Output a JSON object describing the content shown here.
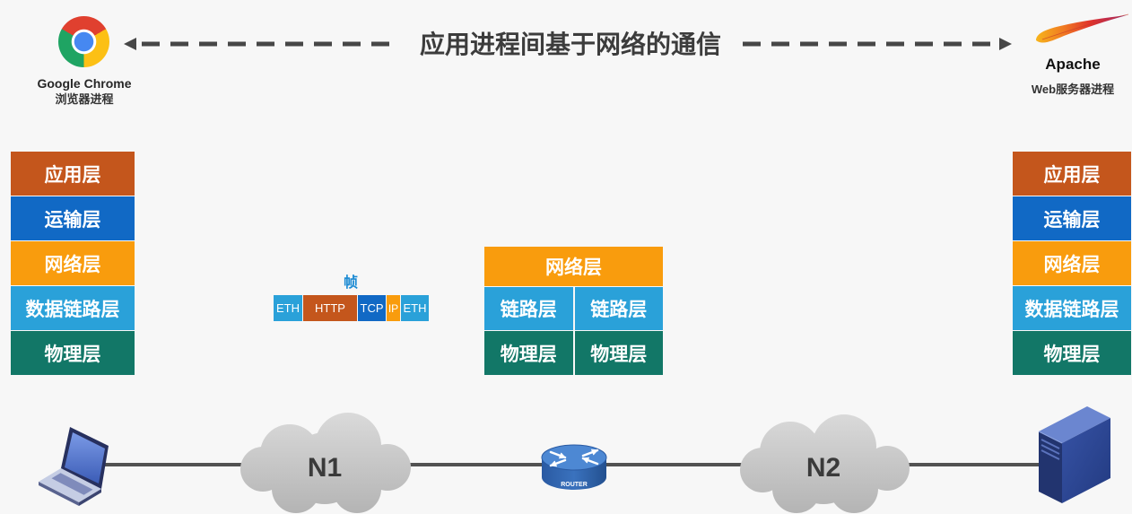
{
  "title": "应用进程间基于网络的通信",
  "client": {
    "name": "Google Chrome",
    "process": "浏览器进程"
  },
  "server": {
    "name": "Apache",
    "process": "Web服务器进程"
  },
  "client_stack": [
    {
      "label": "应用层",
      "color": "#c4561c"
    },
    {
      "label": "运输层",
      "color": "#1169c5"
    },
    {
      "label": "网络层",
      "color": "#f99c0d"
    },
    {
      "label": "数据链路层",
      "color": "#2aa1d9"
    },
    {
      "label": "物理层",
      "color": "#127767"
    }
  ],
  "server_stack": [
    {
      "label": "应用层",
      "color": "#c4561c"
    },
    {
      "label": "运输层",
      "color": "#1169c5"
    },
    {
      "label": "网络层",
      "color": "#f99c0d"
    },
    {
      "label": "数据链路层",
      "color": "#2aa1d9"
    },
    {
      "label": "物理层",
      "color": "#127767"
    }
  ],
  "router_stack": {
    "network": {
      "label": "网络层",
      "color": "#f99c0d"
    },
    "link": [
      {
        "label": "链路层",
        "color": "#2aa1d9"
      },
      {
        "label": "链路层",
        "color": "#2aa1d9"
      }
    ],
    "physical": [
      {
        "label": "物理层",
        "color": "#127767"
      },
      {
        "label": "物理层",
        "color": "#127767"
      }
    ]
  },
  "frame": {
    "label": "帧",
    "label_color": "#1b8ad3",
    "segments": [
      {
        "text": "ETH",
        "color": "#2aa1d9"
      },
      {
        "text": "HTTP",
        "color": "#c4561c"
      },
      {
        "text": "TCP",
        "color": "#1169c5"
      },
      {
        "text": "IP",
        "color": "#f99c0d"
      },
      {
        "text": "ETH",
        "color": "#2aa1d9"
      }
    ]
  },
  "topology": {
    "network_1": "N1",
    "network_2": "N2",
    "router_label": "ROUTER"
  },
  "icons": {
    "client_logo": "chrome-logo-icon",
    "server_logo": "apache-feather-icon",
    "client_device": "laptop-icon",
    "server_device": "server-tower-icon",
    "router_device": "router-icon",
    "network_cloud": "cloud-icon",
    "arrow_left": "arrow-left-icon",
    "arrow_right": "arrow-right-icon"
  }
}
